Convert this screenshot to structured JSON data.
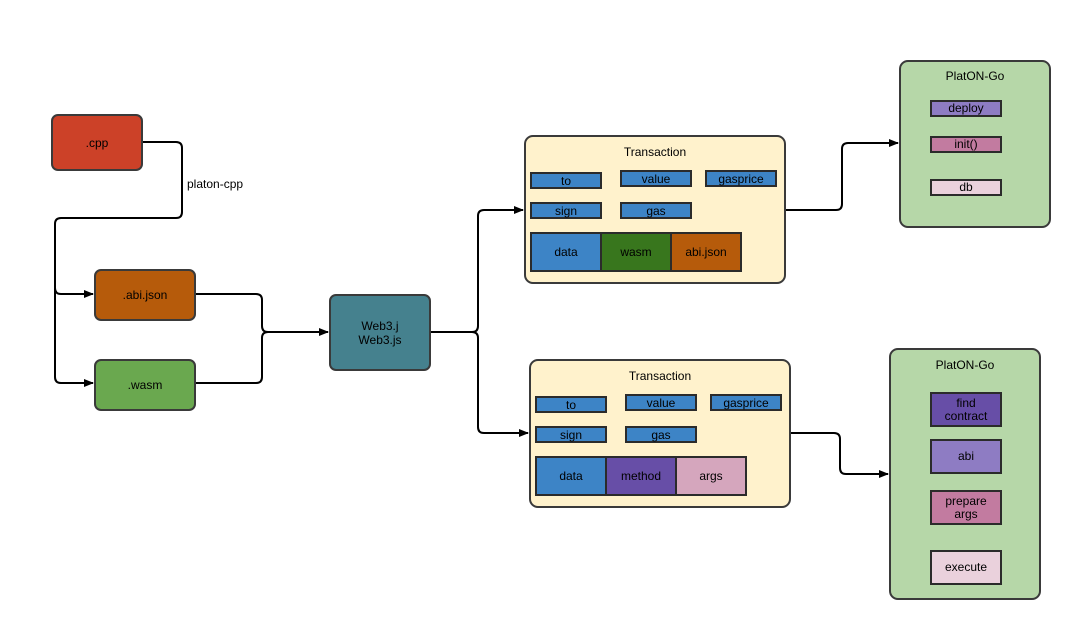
{
  "sources": {
    "cpp": ".cpp",
    "abi_json": ".abi.json",
    "wasm": ".wasm",
    "compiler_label": "platon-cpp"
  },
  "web3": "Web3.j\nWeb3.js",
  "deploy_tx": {
    "title": "Transaction",
    "fields": {
      "to": "to",
      "value": "value",
      "gasprice": "gasprice",
      "sign": "sign",
      "gas": "gas"
    },
    "data": {
      "data": "data",
      "wasm": "wasm",
      "abi_json": "abi.json"
    }
  },
  "call_tx": {
    "title": "Transaction",
    "fields": {
      "to": "to",
      "value": "value",
      "gasprice": "gasprice",
      "sign": "sign",
      "gas": "gas"
    },
    "data": {
      "data": "data",
      "method": "method",
      "args": "args"
    }
  },
  "platon_deploy": {
    "title": "PlatON-Go",
    "steps": {
      "deploy": "deploy",
      "init": "init()",
      "db": "db"
    }
  },
  "platon_call": {
    "title": "PlatON-Go",
    "steps": {
      "find_contract": "find\ncontract",
      "abi": "abi",
      "prepare_args": "prepare\nargs",
      "execute": "execute"
    }
  },
  "colors": {
    "cpp": "#cc4128",
    "abi_json": "#b65b0b",
    "wasm": "#6aa84f",
    "web3": "#45818e",
    "transaction_bg": "#fff2cc",
    "field_blue": "#3d84c6",
    "wasm_dark": "#38761d",
    "method_purple": "#674ea7",
    "args_pink": "#d5a6bd",
    "platon_bg": "#b6d7a8",
    "deploy_purple": "#8e7cc3",
    "init_mauve": "#c27ba0",
    "db_light": "#ead1dc"
  }
}
